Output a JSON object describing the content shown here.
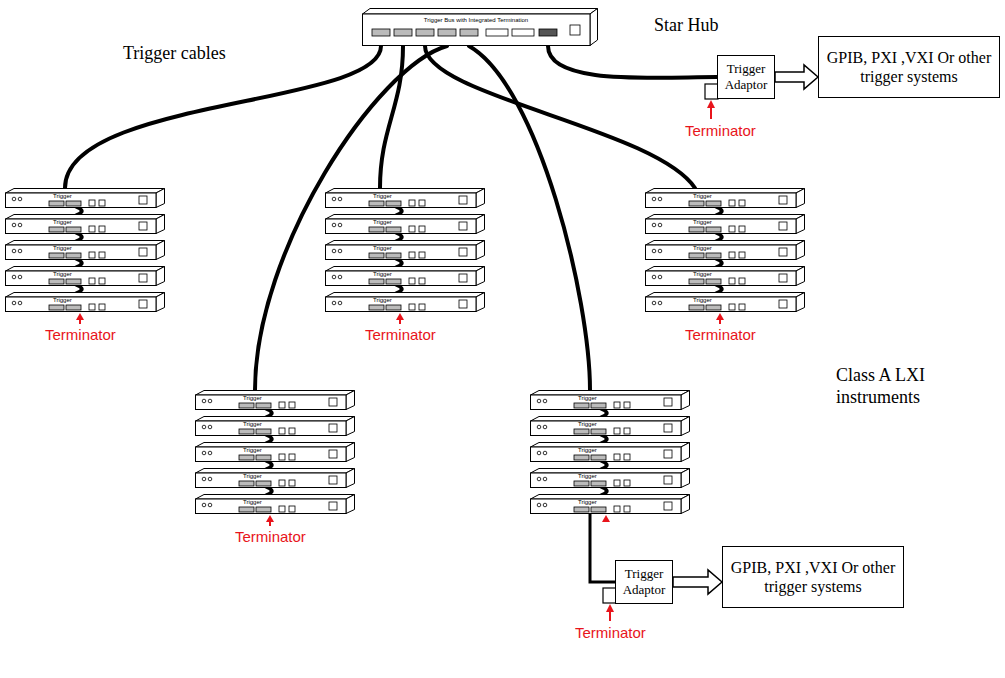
{
  "diagram": {
    "nodes": [
      {
        "text": [
          "Trigger Bus with Integrated Termination",
          "Star Hub"
        ]
      },
      {
        "text": [
          "Trigger Adaptor"
        ]
      },
      {
        "text": [
          "GPIB, PXI ,VXI Or other trigger systems"
        ]
      },
      {
        "text": [
          "Trigger"
        ]
      },
      {
        "text": [
          "Trigger"
        ]
      },
      {
        "text": [
          "Trigger"
        ]
      },
      {
        "text": [
          "Trigger"
        ]
      },
      {
        "text": [
          "Trigger"
        ]
      },
      {
        "text": [
          "Trigger"
        ]
      },
      {
        "text": [
          "Trigger"
        ]
      },
      {
        "text": [
          "Trigger"
        ]
      },
      {
        "text": [
          "Trigger"
        ]
      },
      {
        "text": [
          "Trigger"
        ]
      },
      {
        "text": [
          "Trigger"
        ]
      },
      {
        "text": [
          "Trigger"
        ]
      },
      {
        "text": [
          "Trigger"
        ]
      },
      {
        "text": [
          "Trigger"
        ]
      },
      {
        "text": [
          "Trigger"
        ]
      },
      {
        "text": [
          "Trigger"
        ]
      },
      {
        "text": [
          "Trigger"
        ]
      },
      {
        "text": [
          "Trigger"
        ]
      },
      {
        "text": [
          "Trigger"
        ]
      },
      {
        "text": [
          "Trigger"
        ]
      },
      {
        "text": [
          "Trigger"
        ]
      },
      {
        "text": [
          "Trigger"
        ]
      },
      {
        "text": [
          "Trigger"
        ]
      },
      {
        "text": [
          "Trigger"
        ]
      },
      {
        "text": [
          "Trigger"
        ]
      },
      {
        "text": [
          "Trigger Adaptor"
        ]
      },
      {
        "text": [
          "GPIB, PXI ,VXI Or other trigger systems"
        ]
      }
    ],
    "edges": [
      {
        "from": 0,
        "to": 3,
        "arrow": "none"
      },
      {
        "from": 0,
        "to": 8,
        "arrow": "none"
      },
      {
        "from": 0,
        "to": 13,
        "arrow": "none"
      },
      {
        "from": 0,
        "to": 18,
        "arrow": "none"
      },
      {
        "from": 0,
        "to": 23,
        "arrow": "none"
      },
      {
        "from": 0,
        "to": 1,
        "arrow": "none"
      },
      {
        "from": 1,
        "to": 2,
        "arrow": "to"
      },
      {
        "from": 3,
        "to": 4,
        "arrow": "none"
      },
      {
        "from": 4,
        "to": 5,
        "arrow": "none"
      },
      {
        "from": 5,
        "to": 6,
        "arrow": "none"
      },
      {
        "from": 6,
        "to": 7,
        "arrow": "none"
      },
      {
        "from": 8,
        "to": 9,
        "arrow": "none"
      },
      {
        "from": 9,
        "to": 10,
        "arrow": "none"
      },
      {
        "from": 10,
        "to": 11,
        "arrow": "none"
      },
      {
        "from": 11,
        "to": 12,
        "arrow": "none"
      },
      {
        "from": 13,
        "to": 14,
        "arrow": "none"
      },
      {
        "from": 14,
        "to": 15,
        "arrow": "none"
      },
      {
        "from": 15,
        "to": 16,
        "arrow": "none"
      },
      {
        "from": 16,
        "to": 17,
        "arrow": "none"
      },
      {
        "from": 18,
        "to": 19,
        "arrow": "none"
      },
      {
        "from": 19,
        "to": 20,
        "arrow": "none"
      },
      {
        "from": 20,
        "to": 21,
        "arrow": "none"
      },
      {
        "from": 21,
        "to": 22,
        "arrow": "none"
      },
      {
        "from": 23,
        "to": 24,
        "arrow": "none"
      },
      {
        "from": 24,
        "to": 25,
        "arrow": "none"
      },
      {
        "from": 25,
        "to": 26,
        "arrow": "none"
      },
      {
        "from": 26,
        "to": 27,
        "arrow": "none"
      },
      {
        "from": 27,
        "to": 28,
        "arrow": "none"
      },
      {
        "from": 28,
        "to": 29,
        "arrow": "to"
      }
    ],
    "labels": [
      "Trigger cables",
      "Terminator",
      "Terminator",
      "Terminator",
      "Terminator",
      "Class A LXI instruments",
      "Terminator",
      "Terminator"
    ]
  }
}
